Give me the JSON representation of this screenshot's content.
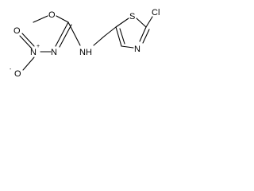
{
  "structure": {
    "atoms": {
      "methoxy_oxygen": "O",
      "nitro_oxygen_top": "O",
      "nitro_oxygen_bottom": "O",
      "nitro_nitrogen": "N",
      "nitro_charge": "+",
      "nitro_oxygen_charge": "-",
      "imine_nitrogen": "N",
      "amine": "NH",
      "thiazole_sulfur": "S",
      "thiazole_nitrogen": "N",
      "chlorine": "Cl"
    }
  }
}
